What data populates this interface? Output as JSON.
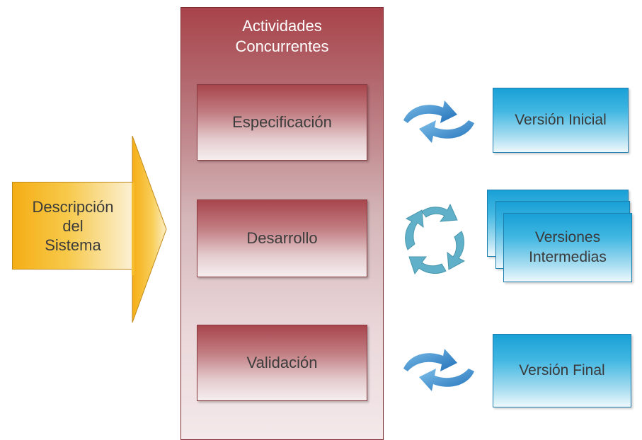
{
  "input": {
    "label": "Descripción\ndel\nSistema",
    "color": "#f5ae16"
  },
  "column": {
    "title": "Actividades\nConcurrentes",
    "color": "#a8434a"
  },
  "activities": [
    {
      "label": "Especificación"
    },
    {
      "label": "Desarrollo"
    },
    {
      "label": "Validación"
    }
  ],
  "versions": [
    {
      "label": "Versión Inicial",
      "connector_icon": "swap-arrows-icon"
    },
    {
      "label": "Versiones\nIntermedias",
      "connector_icon": "cycle-arrows-icon"
    },
    {
      "label": "Versión Final",
      "connector_icon": "swap-arrows-icon"
    }
  ],
  "colors": {
    "version_blue": "#19a0d6",
    "connector_blue": "#2f86c8",
    "cycle_teal": "#5fb0c8"
  }
}
